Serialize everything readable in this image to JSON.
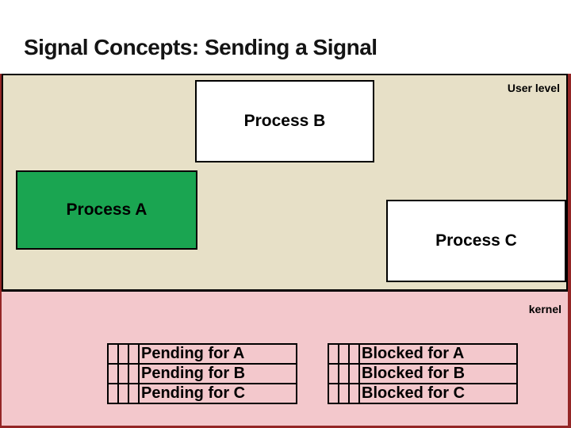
{
  "slide": {
    "title": "Signal Concepts: Sending a Signal"
  },
  "user_level": {
    "label": "User level",
    "processes": [
      {
        "label": "Process B"
      },
      {
        "label": "Process A"
      },
      {
        "label": "Process C"
      }
    ]
  },
  "kernel": {
    "label": "kernel",
    "pending": {
      "rows": [
        "Pending for A",
        "Pending for B",
        "Pending for C"
      ]
    },
    "blocked": {
      "rows": [
        "Blocked for A",
        "Blocked for B",
        "Blocked for C"
      ]
    }
  },
  "colors": {
    "user_level_bg": "#E7E0C7",
    "kernel_bg": "#F3C8CC",
    "process_a_bg": "#1AA551",
    "process_white_bg": "#FFFFFF",
    "outline": "#000000",
    "frame_red": "#942626",
    "text": "#000000"
  }
}
